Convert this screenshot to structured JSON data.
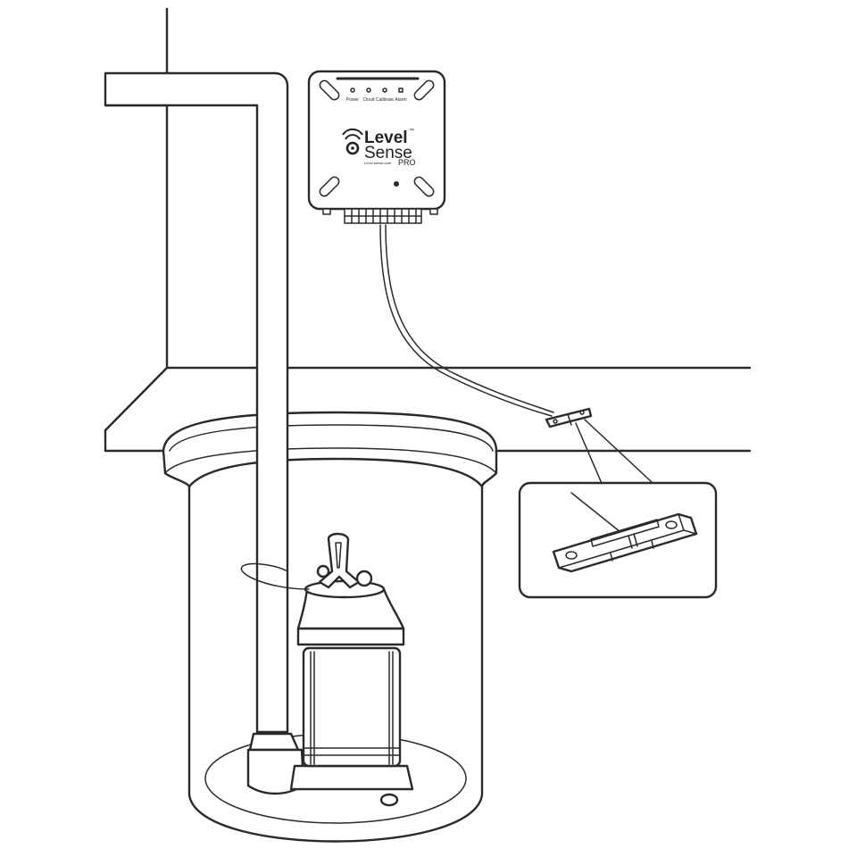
{
  "device": {
    "indicators": [
      {
        "label": "Power"
      },
      {
        "label": "Cloud"
      },
      {
        "label": "Calibrate"
      },
      {
        "label": "Alarm"
      }
    ],
    "brand_line1": "Level",
    "brand_tm": "™",
    "brand_line2": "Sense",
    "brand_pro": "PRO",
    "brand_url": "Level-sense.com"
  },
  "colors": {
    "line": "#2a2a2a",
    "background": "#ffffff"
  }
}
